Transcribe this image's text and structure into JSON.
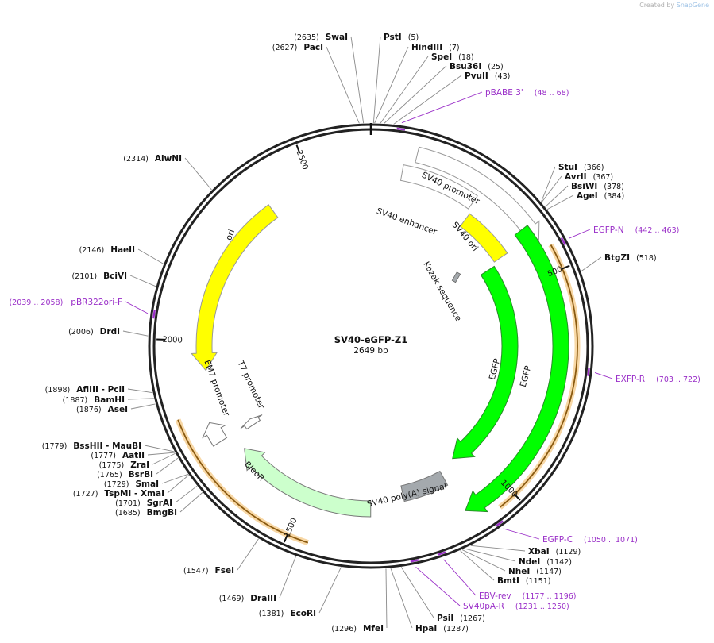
{
  "credit": {
    "prefix": "Created by",
    "brand": "SnapGene"
  },
  "plasmid": {
    "name": "SV40-eGFP-Z1",
    "size_label": "2649 bp",
    "length": 2649
  },
  "ticks": [
    {
      "bp": 500,
      "label": "500"
    },
    {
      "bp": 1000,
      "label": "1000"
    },
    {
      "bp": 1500,
      "label": "1500"
    },
    {
      "bp": 2000,
      "label": "2000"
    },
    {
      "bp": 2500,
      "label": "2500"
    }
  ],
  "features": [
    {
      "name": "SV40 promoter",
      "start": 100,
      "end": 430,
      "r": 248,
      "color": "#ffffff",
      "stroke": "#999999",
      "dir": 1,
      "label": "SV40 promoter"
    },
    {
      "name": "SV40 enhancer",
      "start": 75,
      "end": 260,
      "r": 222,
      "color": "#ffffff",
      "stroke": "#999999",
      "dir": 0,
      "label": "SV40 enhancer"
    },
    {
      "name": "SV40 ori",
      "start": 270,
      "end": 410,
      "r": 198,
      "color": "#ffff00",
      "stroke": "#999999",
      "dir": 0,
      "label": "SV40 ori"
    },
    {
      "name": "EGFP outer",
      "start": 385,
      "end": 1105,
      "r": 239,
      "color": "#00ff00",
      "stroke": "#2a8a2a",
      "dir": 1,
      "label": "EGFP"
    },
    {
      "name": "EGFP inner",
      "start": 420,
      "end": 1060,
      "r": 175,
      "color": "#00ff00",
      "stroke": "#2a8a2a",
      "dir": 1,
      "label": "EGFP"
    },
    {
      "name": "SV40 poly(A) signal",
      "start": 1112,
      "end": 1235,
      "r": 190,
      "color": "#a4a9ad",
      "stroke": "#777777",
      "dir": 0,
      "label": "SV40 poly(A) signal"
    },
    {
      "name": "BleoR",
      "start": 1325,
      "end": 1700,
      "r": 205,
      "color": "#ccffcc",
      "stroke": "#777777",
      "dir": 1,
      "label": "BleoR"
    },
    {
      "name": "EM7 promoter",
      "start": 1748,
      "end": 1800,
      "r": 225,
      "color": "#ffffff",
      "stroke": "#777777",
      "dir": 1,
      "label": "EM7 promoter"
    },
    {
      "name": "T7 promoter",
      "start": 1738,
      "end": 1758,
      "r": 178,
      "color": "#ffffff",
      "stroke": "#777777",
      "dir": 1,
      "label": "T7 promoter"
    },
    {
      "name": "ori",
      "start": 2385,
      "end": 1925,
      "r": 210,
      "color": "#ffff00",
      "stroke": "#999999",
      "dir": -1,
      "label": "ori"
    }
  ],
  "small_feature": {
    "name": "Kozak sequence",
    "label": "Kozak sequence"
  },
  "orange_arcs": [
    {
      "start": 446,
      "end": 1040
    },
    {
      "start": 1455,
      "end": 1833
    }
  ],
  "enzymes": [
    {
      "name": "SwaI",
      "pos": "(2635)",
      "bp": 2635,
      "side": "L"
    },
    {
      "name": "PacI",
      "pos": "(2627)",
      "bp": 2627,
      "side": "L"
    },
    {
      "name": "PstI",
      "pos": "(5)",
      "bp": 5,
      "side": "R"
    },
    {
      "name": "HindIII",
      "pos": "(7)",
      "bp": 7,
      "side": "R"
    },
    {
      "name": "SpeI",
      "pos": "(18)",
      "bp": 18,
      "side": "R"
    },
    {
      "name": "Bsu36I",
      "pos": "(25)",
      "bp": 25,
      "side": "R"
    },
    {
      "name": "PvuII",
      "pos": "(43)",
      "bp": 43,
      "side": "R"
    },
    {
      "name": "StuI",
      "pos": "(366)",
      "bp": 366,
      "side": "R"
    },
    {
      "name": "AvrII",
      "pos": "(367)",
      "bp": 367,
      "side": "R"
    },
    {
      "name": "BsiWI",
      "pos": "(378)",
      "bp": 378,
      "side": "R"
    },
    {
      "name": "AgeI",
      "pos": "(384)",
      "bp": 384,
      "side": "R"
    },
    {
      "name": "BtgZI",
      "pos": "(518)",
      "bp": 518,
      "side": "R"
    },
    {
      "name": "XbaI",
      "pos": "(1129)",
      "bp": 1129,
      "side": "R"
    },
    {
      "name": "NdeI",
      "pos": "(1142)",
      "bp": 1142,
      "side": "R"
    },
    {
      "name": "NheI",
      "pos": "(1147)",
      "bp": 1147,
      "side": "R"
    },
    {
      "name": "BmtI",
      "pos": "(1151)",
      "bp": 1151,
      "side": "R"
    },
    {
      "name": "PsiI",
      "pos": "(1267)",
      "bp": 1267,
      "side": "R"
    },
    {
      "name": "HpaI",
      "pos": "(1287)",
      "bp": 1287,
      "side": "R"
    },
    {
      "name": "MfeI",
      "pos": "(1296)",
      "bp": 1296,
      "side": "L"
    },
    {
      "name": "EcoRI",
      "pos": "(1381)",
      "bp": 1381,
      "side": "L"
    },
    {
      "name": "DraIII",
      "pos": "(1469)",
      "bp": 1469,
      "side": "L"
    },
    {
      "name": "FseI",
      "pos": "(1547)",
      "bp": 1547,
      "side": "L"
    },
    {
      "name": "BmgBI",
      "pos": "(1685)",
      "bp": 1685,
      "side": "L"
    },
    {
      "name": "SgrAI",
      "pos": "(1701)",
      "bp": 1701,
      "side": "L"
    },
    {
      "name": "TspMI - XmaI",
      "pos": "(1727)",
      "bp": 1727,
      "side": "L"
    },
    {
      "name": "SmaI",
      "pos": "(1729)",
      "bp": 1729,
      "side": "L"
    },
    {
      "name": "BsrBI",
      "pos": "(1765)",
      "bp": 1765,
      "side": "L"
    },
    {
      "name": "ZraI",
      "pos": "(1775)",
      "bp": 1775,
      "side": "L"
    },
    {
      "name": "AatII",
      "pos": "(1777)",
      "bp": 1777,
      "side": "L"
    },
    {
      "name": "BssHII - MauBI",
      "pos": "(1779)",
      "bp": 1779,
      "side": "L"
    },
    {
      "name": "AseI",
      "pos": "(1876)",
      "bp": 1876,
      "side": "L"
    },
    {
      "name": "BamHI",
      "pos": "(1887)",
      "bp": 1887,
      "side": "L"
    },
    {
      "name": "AflIII - PciI",
      "pos": "(1898)",
      "bp": 1898,
      "side": "L"
    },
    {
      "name": "DrdI",
      "pos": "(2006)",
      "bp": 2006,
      "side": "L"
    },
    {
      "name": "BciVI",
      "pos": "(2101)",
      "bp": 2101,
      "side": "L"
    },
    {
      "name": "HaeII",
      "pos": "(2146)",
      "bp": 2146,
      "side": "L"
    },
    {
      "name": "AlwNI",
      "pos": "(2314)",
      "bp": 2314,
      "side": "L"
    }
  ],
  "primers": [
    {
      "name": "pBABE 3'",
      "range": "(48 .. 68)",
      "bp": 58,
      "side": "R"
    },
    {
      "name": "EGFP-N",
      "range": "(442 .. 463)",
      "bp": 452,
      "side": "R"
    },
    {
      "name": "EXFP-R",
      "range": "(703 .. 722)",
      "bp": 712,
      "side": "R"
    },
    {
      "name": "EGFP-C",
      "range": "(1050 .. 1071)",
      "bp": 1060,
      "side": "R"
    },
    {
      "name": "EBV-rev",
      "range": "(1177 .. 1196)",
      "bp": 1186,
      "side": "R"
    },
    {
      "name": "SV40pA-R",
      "range": "(1231 .. 1250)",
      "bp": 1240,
      "side": "R"
    },
    {
      "name": "pBR322ori-F",
      "range": "(2039 .. 2058)",
      "bp": 2048,
      "side": "L"
    }
  ],
  "colors": {
    "backbone": "#222222",
    "enzyme_line": "#8a8a8a",
    "primer": "#9a2fc8",
    "orange": "#e08a1e"
  }
}
